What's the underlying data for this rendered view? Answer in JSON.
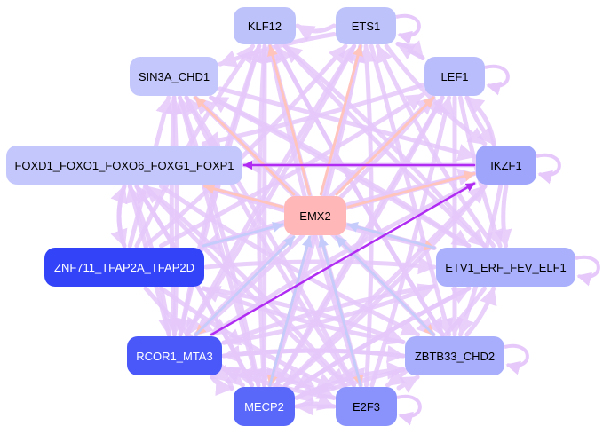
{
  "title": "Transcription factor regulatory network",
  "center_node": "EMX2",
  "nodes": [
    {
      "id": "KLF12",
      "label": "KLF12",
      "fill": "#bec2fb",
      "text_color": "#000000",
      "self_loop": false
    },
    {
      "id": "ETS1",
      "label": "ETS1",
      "fill": "#bec2fb",
      "text_color": "#000000",
      "self_loop": true
    },
    {
      "id": "SIN3A_CHD1",
      "label": "SIN3A_CHD1",
      "fill": "#c4c7fb",
      "text_color": "#000000",
      "self_loop": false
    },
    {
      "id": "LEF1",
      "label": "LEF1",
      "fill": "#b9bdfb",
      "text_color": "#000000",
      "self_loop": true
    },
    {
      "id": "FOXD1_FOXO1_FOXO6_FOXG1_FOXP1",
      "label": "FOXD1_FOXO1_FOXO6_FOXG1_FOXP1",
      "fill": "#c4c7fb",
      "text_color": "#000000",
      "self_loop": false
    },
    {
      "id": "IKZF1",
      "label": "IKZF1",
      "fill": "#9ea5fb",
      "text_color": "#000000",
      "self_loop": true
    },
    {
      "id": "EMX2",
      "label": "EMX2",
      "fill": "#ffb7b7",
      "text_color": "#000000",
      "self_loop": false
    },
    {
      "id": "ZNF711_TFAP2A_TFAP2D",
      "label": "ZNF711_TFAP2A_TFAP2D",
      "fill": "#3344f8",
      "text_color": "#ffffff",
      "self_loop": false
    },
    {
      "id": "ETV1_ERF_FEV_ELF1",
      "label": "ETV1_ERF_FEV_ELF1",
      "fill": "#aab0fb",
      "text_color": "#000000",
      "self_loop": true
    },
    {
      "id": "RCOR1_MTA3",
      "label": "RCOR1_MTA3",
      "fill": "#4a58fa",
      "text_color": "#ffffff",
      "self_loop": false
    },
    {
      "id": "ZBTB33_CHD2",
      "label": "ZBTB33_CHD2",
      "fill": "#a8aefb",
      "text_color": "#000000",
      "self_loop": true
    },
    {
      "id": "MECP2",
      "label": "MECP2",
      "fill": "#5a68fa",
      "text_color": "#ffffff",
      "self_loop": false
    },
    {
      "id": "E2F3",
      "label": "E2F3",
      "fill": "#8a93fb",
      "text_color": "#000000",
      "self_loop": true
    }
  ],
  "edge_colors": {
    "default": "#e6c8fb",
    "from_emx2": "#ffc4bc",
    "to_emx2": "#c5ccfb",
    "strong": "#b02cf3"
  },
  "edges": [
    {
      "from": "EMX2",
      "to": "KLF12",
      "type": "from_emx2"
    },
    {
      "from": "EMX2",
      "to": "ETS1",
      "type": "from_emx2"
    },
    {
      "from": "EMX2",
      "to": "LEF1",
      "type": "from_emx2"
    },
    {
      "from": "EMX2",
      "to": "SIN3A_CHD1",
      "type": "from_emx2"
    },
    {
      "from": "EMX2",
      "to": "FOXD1_FOXO1_FOXO6_FOXG1_FOXP1",
      "type": "from_emx2"
    },
    {
      "from": "EMX2",
      "to": "IKZF1",
      "type": "from_emx2"
    },
    {
      "from": "EMX2",
      "to": "ETV1_ERF_FEV_ELF1",
      "type": "from_emx2"
    },
    {
      "from": "EMX2",
      "to": "ZBTB33_CHD2",
      "type": "from_emx2"
    },
    {
      "from": "EMX2",
      "to": "E2F3",
      "type": "from_emx2"
    },
    {
      "from": "EMX2",
      "to": "MECP2",
      "type": "from_emx2"
    },
    {
      "from": "EMX2",
      "to": "RCOR1_MTA3",
      "type": "from_emx2"
    },
    {
      "from": "ZNF711_TFAP2A_TFAP2D",
      "to": "EMX2",
      "type": "to_emx2"
    },
    {
      "from": "RCOR1_MTA3",
      "to": "EMX2",
      "type": "to_emx2"
    },
    {
      "from": "MECP2",
      "to": "EMX2",
      "type": "to_emx2"
    },
    {
      "from": "E2F3",
      "to": "EMX2",
      "type": "to_emx2"
    },
    {
      "from": "ZBTB33_CHD2",
      "to": "EMX2",
      "type": "to_emx2"
    },
    {
      "from": "ETV1_ERF_FEV_ELF1",
      "to": "EMX2",
      "type": "to_emx2"
    },
    {
      "from": "RCOR1_MTA3",
      "to": "IKZF1",
      "type": "strong"
    },
    {
      "from": "IKZF1",
      "to": "FOXD1_FOXO1_FOXO6_FOXG1_FOXP1",
      "type": "strong"
    },
    {
      "from": "ETS1",
      "to": "KLF12",
      "type": "default"
    },
    {
      "from": "ETS1",
      "to": "LEF1",
      "type": "default"
    },
    {
      "from": "LEF1",
      "to": "ETS1",
      "type": "default"
    },
    {
      "from": "IKZF1",
      "to": "ETV1_ERF_FEV_ELF1",
      "type": "default"
    },
    {
      "from": "FOXD1_FOXO1_FOXO6_FOXG1_FOXP1",
      "to": "ZNF711_TFAP2A_TFAP2D",
      "type": "default"
    },
    {
      "from": "ZNF711_TFAP2A_TFAP2D",
      "to": "FOXD1_FOXO1_FOXO6_FOXG1_FOXP1",
      "type": "default"
    },
    {
      "from": "LEF1",
      "to": "FOXD1_FOXO1_FOXO6_FOXG1_FOXP1",
      "type": "default"
    },
    {
      "from": "IKZF1",
      "to": "FOXD1_FOXO1_FOXO6_FOXG1_FOXP1",
      "type": "default"
    },
    {
      "from": "LEF1",
      "to": "IKZF1",
      "type": "default"
    },
    {
      "from": "IKZF1",
      "to": "LEF1",
      "type": "default"
    },
    {
      "from": "RCOR1_MTA3",
      "to": "ZBTB33_CHD2",
      "type": "default"
    },
    {
      "from": "MECP2",
      "to": "E2F3",
      "type": "default"
    },
    {
      "from": "E2F3",
      "to": "MECP2",
      "type": "default"
    },
    {
      "from": "RCOR1_MTA3",
      "to": "MECP2",
      "type": "default"
    },
    {
      "from": "MECP2",
      "to": "RCOR1_MTA3",
      "type": "default"
    },
    {
      "from": "ZNF711_TFAP2A_TFAP2D",
      "to": "ETV1_ERF_FEV_ELF1",
      "type": "default"
    },
    {
      "from": "RCOR1_MTA3",
      "to": "KLF12",
      "type": "default"
    },
    {
      "from": "MECP2",
      "to": "KLF12",
      "type": "default"
    },
    {
      "from": "MECP2",
      "to": "ETS1",
      "type": "default"
    },
    {
      "from": "E2F3",
      "to": "ETS1",
      "type": "default"
    },
    {
      "from": "E2F3",
      "to": "KLF12",
      "type": "default"
    },
    {
      "from": "ZBTB33_CHD2",
      "to": "KLF12",
      "type": "default"
    },
    {
      "from": "ZBTB33_CHD2",
      "to": "SIN3A_CHD1",
      "type": "default"
    },
    {
      "from": "ETV1_ERF_FEV_ELF1",
      "to": "SIN3A_CHD1",
      "type": "default"
    },
    {
      "from": "ETV1_ERF_FEV_ELF1",
      "to": "KLF12",
      "type": "default"
    },
    {
      "from": "ETV1_ERF_FEV_ELF1",
      "to": "ETS1",
      "type": "default"
    },
    {
      "from": "RCOR1_MTA3",
      "to": "LEF1",
      "type": "default"
    },
    {
      "from": "MECP2",
      "to": "LEF1",
      "type": "default"
    },
    {
      "from": "ZNF711_TFAP2A_TFAP2D",
      "to": "LEF1",
      "type": "default"
    },
    {
      "from": "ZNF711_TFAP2A_TFAP2D",
      "to": "ETS1",
      "type": "default"
    },
    {
      "from": "ZNF711_TFAP2A_TFAP2D",
      "to": "KLF12",
      "type": "default"
    },
    {
      "from": "RCOR1_MTA3",
      "to": "SIN3A_CHD1",
      "type": "default"
    },
    {
      "from": "MECP2",
      "to": "SIN3A_CHD1",
      "type": "default"
    },
    {
      "from": "E2F3",
      "to": "SIN3A_CHD1",
      "type": "default"
    },
    {
      "from": "SIN3A_CHD1",
      "to": "E2F3",
      "type": "default"
    },
    {
      "from": "SIN3A_CHD1",
      "to": "ETV1_ERF_FEV_ELF1",
      "type": "default"
    },
    {
      "from": "SIN3A_CHD1",
      "to": "ZBTB33_CHD2",
      "type": "default"
    },
    {
      "from": "KLF12",
      "to": "E2F3",
      "type": "default"
    },
    {
      "from": "KLF12",
      "to": "ZBTB33_CHD2",
      "type": "default"
    },
    {
      "from": "KLF12",
      "to": "MECP2",
      "type": "default"
    },
    {
      "from": "ETS1",
      "to": "MECP2",
      "type": "default"
    },
    {
      "from": "ETS1",
      "to": "RCOR1_MTA3",
      "type": "default"
    },
    {
      "from": "ETS1",
      "to": "ZBTB33_CHD2",
      "type": "default"
    },
    {
      "from": "ETS1",
      "to": "SIN3A_CHD1",
      "type": "default"
    },
    {
      "from": "ETS1",
      "to": "IKZF1",
      "type": "default"
    },
    {
      "from": "LEF1",
      "to": "RCOR1_MTA3",
      "type": "default"
    },
    {
      "from": "LEF1",
      "to": "MECP2",
      "type": "default"
    },
    {
      "from": "LEF1",
      "to": "ZBTB33_CHD2",
      "type": "default"
    },
    {
      "from": "LEF1",
      "to": "ETV1_ERF_FEV_ELF1",
      "type": "default"
    },
    {
      "from": "IKZF1",
      "to": "RCOR1_MTA3",
      "type": "default"
    },
    {
      "from": "IKZF1",
      "to": "MECP2",
      "type": "default"
    },
    {
      "from": "IKZF1",
      "to": "ZBTB33_CHD2",
      "type": "default"
    },
    {
      "from": "IKZF1",
      "to": "ZNF711_TFAP2A_TFAP2D",
      "type": "default"
    },
    {
      "from": "FOXD1_FOXO1_FOXO6_FOXG1_FOXP1",
      "to": "E2F3",
      "type": "default"
    },
    {
      "from": "FOXD1_FOXO1_FOXO6_FOXG1_FOXP1",
      "to": "ZBTB33_CHD2",
      "type": "default"
    },
    {
      "from": "FOXD1_FOXO1_FOXO6_FOXG1_FOXP1",
      "to": "RCOR1_MTA3",
      "type": "default"
    },
    {
      "from": "FOXD1_FOXO1_FOXO6_FOXG1_FOXP1",
      "to": "MECP2",
      "type": "default"
    },
    {
      "from": "FOXD1_FOXO1_FOXO6_FOXG1_FOXP1",
      "to": "ETV1_ERF_FEV_ELF1",
      "type": "default"
    },
    {
      "from": "ZNF711_TFAP2A_TFAP2D",
      "to": "MECP2",
      "type": "default"
    },
    {
      "from": "ZNF711_TFAP2A_TFAP2D",
      "to": "E2F3",
      "type": "default"
    },
    {
      "from": "ZNF711_TFAP2A_TFAP2D",
      "to": "ZBTB33_CHD2",
      "type": "default"
    },
    {
      "from": "ZNF711_TFAP2A_TFAP2D",
      "to": "IKZF1",
      "type": "default"
    },
    {
      "from": "ZNF711_TFAP2A_TFAP2D",
      "to": "SIN3A_CHD1",
      "type": "default"
    },
    {
      "from": "ETV1_ERF_FEV_ELF1",
      "to": "MECP2",
      "type": "default"
    },
    {
      "from": "ETV1_ERF_FEV_ELF1",
      "to": "RCOR1_MTA3",
      "type": "default"
    },
    {
      "from": "ETV1_ERF_FEV_ELF1",
      "to": "E2F3",
      "type": "default"
    },
    {
      "from": "ETV1_ERF_FEV_ELF1",
      "to": "FOXD1_FOXO1_FOXO6_FOXG1_FOXP1",
      "type": "default"
    },
    {
      "from": "ZBTB33_CHD2",
      "to": "MECP2",
      "type": "default"
    },
    {
      "from": "ZBTB33_CHD2",
      "to": "ETV1_ERF_FEV_ELF1",
      "type": "default"
    },
    {
      "from": "ZBTB33_CHD2",
      "to": "RCOR1_MTA3",
      "type": "default"
    },
    {
      "from": "ZBTB33_CHD2",
      "to": "ZNF711_TFAP2A_TFAP2D",
      "type": "default"
    },
    {
      "from": "E2F3",
      "to": "RCOR1_MTA3",
      "type": "default"
    },
    {
      "from": "E2F3",
      "to": "ZBTB33_CHD2",
      "type": "default"
    },
    {
      "from": "E2F3",
      "to": "LEF1",
      "type": "default"
    },
    {
      "from": "E2F3",
      "to": "FOXD1_FOXO1_FOXO6_FOXG1_FOXP1",
      "type": "default"
    },
    {
      "from": "MECP2",
      "to": "ZBTB33_CHD2",
      "type": "default"
    },
    {
      "from": "MECP2",
      "to": "ETV1_ERF_FEV_ELF1",
      "type": "default"
    },
    {
      "from": "MECP2",
      "to": "IKZF1",
      "type": "default"
    },
    {
      "from": "MECP2",
      "to": "FOXD1_FOXO1_FOXO6_FOXG1_FOXP1",
      "type": "default"
    },
    {
      "from": "RCOR1_MTA3",
      "to": "ETV1_ERF_FEV_ELF1",
      "type": "default"
    },
    {
      "from": "RCOR1_MTA3",
      "to": "E2F3",
      "type": "default"
    },
    {
      "from": "RCOR1_MTA3",
      "to": "ETS1",
      "type": "default"
    },
    {
      "from": "RCOR1_MTA3",
      "to": "FOXD1_FOXO1_FOXO6_FOXG1_FOXP1",
      "type": "default"
    },
    {
      "from": "KLF12",
      "to": "ETV1_ERF_FEV_ELF1",
      "type": "default"
    },
    {
      "from": "KLF12",
      "to": "RCOR1_MTA3",
      "type": "default"
    },
    {
      "from": "SIN3A_CHD1",
      "to": "MECP2",
      "type": "default"
    },
    {
      "from": "SIN3A_CHD1",
      "to": "RCOR1_MTA3",
      "type": "default"
    },
    {
      "from": "SIN3A_CHD1",
      "to": "IKZF1",
      "type": "default"
    }
  ]
}
